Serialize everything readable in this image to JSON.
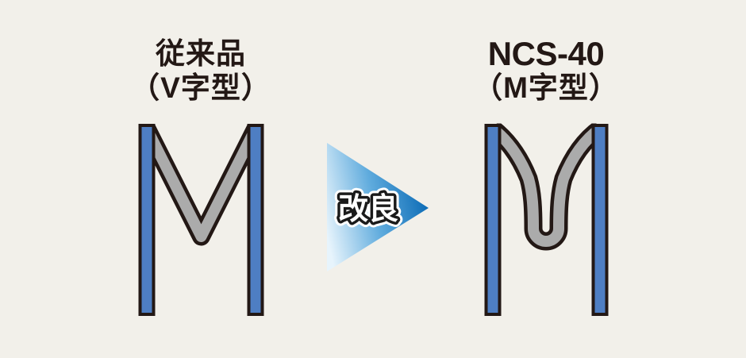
{
  "diagram": {
    "background_color": "#F2F0EA",
    "outline_color": "#231815",
    "bar_color": "#4E7EC3",
    "seal_color": "#ABABAB",
    "before": {
      "title_line1": "従来品",
      "title_line2": "（V字型）",
      "shape_type": "V字型"
    },
    "arrow": {
      "label": "改良",
      "gradient_start": "#E7F4FC",
      "gradient_mid": "#5FABDD",
      "gradient_end": "#0A6AB5",
      "label_fill": "#FFFFFF",
      "label_outline": "#1A1A1A",
      "label_halo": "#FFFFFF"
    },
    "after": {
      "title_line1": "NCS-40",
      "title_line2": "（M字型）",
      "shape_type": "M字型"
    }
  }
}
